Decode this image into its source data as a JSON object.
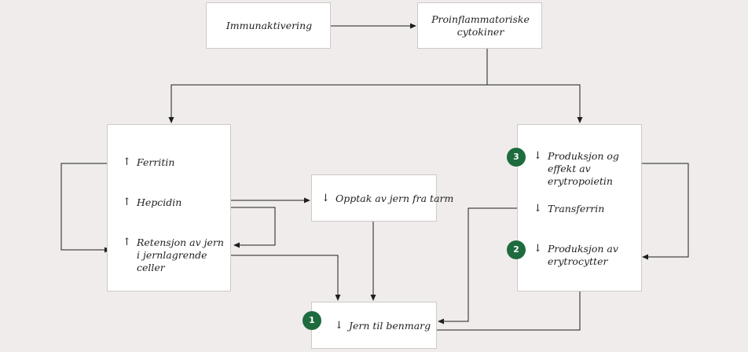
{
  "nodes": {
    "immunaktivering": "Immunaktivering",
    "cytokiner": "Proinflammatoriske cytokiner",
    "ferritin": "Ferritin",
    "hepcidin": "Hepcidin",
    "retensjon": "Retensjon av jern i jernlagrende celler",
    "opptak": "Opptak av jern fra tarm",
    "jern_benmarg": "Jern til benmarg",
    "erytropoietin": "Produksjon og effekt av erytropoietin",
    "transferrin": "Transferrin",
    "erytrocytter": "Produksjon av erytrocytter"
  },
  "badges": {
    "b1": "1",
    "b2": "2",
    "b3": "3"
  },
  "arrows": {
    "up": "↑",
    "down": "↓"
  },
  "colors": {
    "badge": "#1e6b3e",
    "background": "#efeceb",
    "box": "#ffffff",
    "line": "#1f1f1f"
  }
}
